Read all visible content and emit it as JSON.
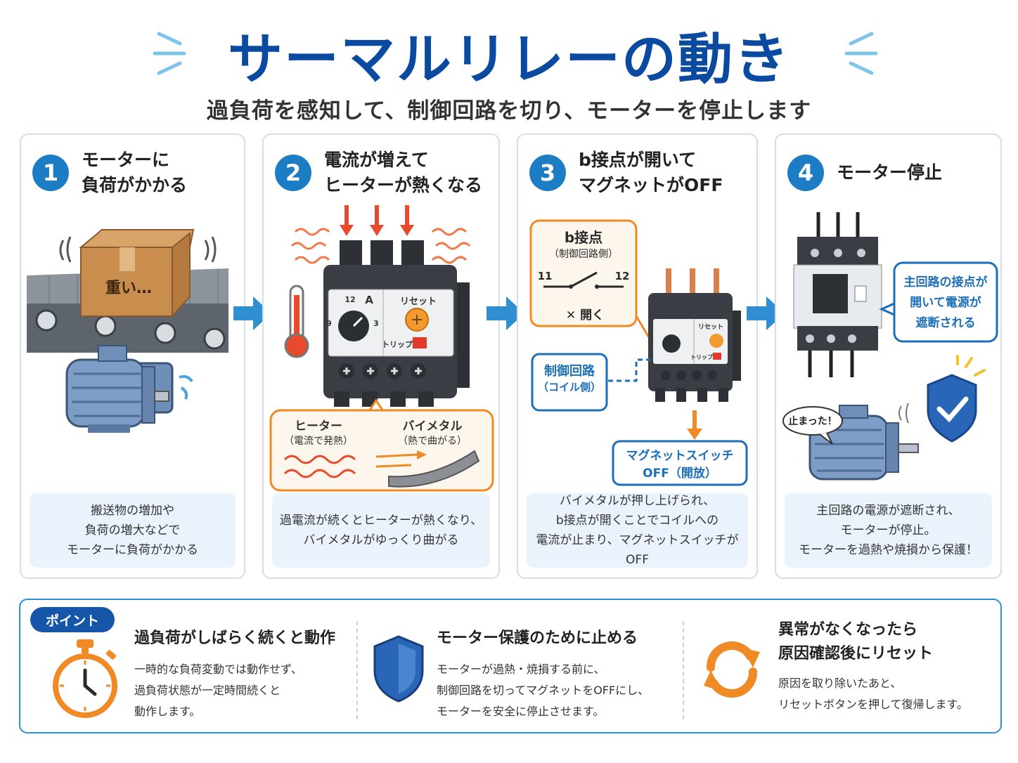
{
  "header": {
    "title": "サーマルリレーの動き",
    "subtitle": "過負荷を感知して、制御回路を切り、モーターを停止します"
  },
  "steps": [
    {
      "num": "1",
      "title": [
        "モーターに",
        "負荷がかかる"
      ],
      "box_label": "重い…",
      "caption": [
        "搬送物の増加や",
        "負荷の増大などで",
        "モーターに負荷がかかる"
      ]
    },
    {
      "num": "2",
      "title": [
        "電流が増えて",
        "ヒーターが熱くなる"
      ],
      "dial_label": "A",
      "dial_ticks": [
        "12",
        "9",
        "3"
      ],
      "reset_label": "リセット",
      "trip_label": "トリップ",
      "heater_label": "ヒーター",
      "heater_sub": "（電流で発熱）",
      "bimetal_label": "バイメタル",
      "bimetal_sub": "（熱で曲がる）",
      "caption": [
        "過電流が続くとヒーターが熱くなり、",
        "バイメタルがゆっくり曲がる"
      ]
    },
    {
      "num": "3",
      "title": [
        "b接点が開いて",
        "マグネットがOFF"
      ],
      "contact_title": "b接点",
      "contact_sub": "（制御回路側）",
      "terminal_left": "11",
      "terminal_right": "12",
      "open_label": "✕ 開く",
      "control_label": "制御回路",
      "control_sub": "（コイル側）",
      "reset_label": "リセット",
      "trip_label": "トリップ",
      "magnet_label": "マグネットスイッチ",
      "magnet_sub": "OFF（開放）",
      "caption": [
        "バイメタルが押し上げられ、",
        "b接点が開くことでコイルへの",
        "電流が止まり、マグネットスイッチがOFF"
      ]
    },
    {
      "num": "4",
      "title": [
        "モーター停止"
      ],
      "callout": [
        "主回路の接点が",
        "開いて電源が",
        "遮断される"
      ],
      "speech": "止まった！",
      "caption": [
        "主回路の電源が遮断され、",
        "モーターが停止。",
        "モーターを過熱や焼損から保護！"
      ]
    }
  ],
  "points": {
    "badge": "ポイント",
    "items": [
      {
        "title": [
          "過負荷がしばらく続くと動作"
        ],
        "desc": [
          "一時的な負荷変動では動作せず、",
          "過負荷状態が一定時間続くと",
          "動作します。"
        ],
        "icon": "stopwatch-icon"
      },
      {
        "title": [
          "モーター保護のために止める"
        ],
        "desc": [
          "モーターが過熱・焼損する前に、",
          "制御回路を切ってマグネットをOFFにし、",
          "モーターを安全に停止させます。"
        ],
        "icon": "shield-icon"
      },
      {
        "title": [
          "異常がなくなったら",
          "原因確認後にリセット"
        ],
        "desc": [
          "原因を取り除いたあと、",
          "リセットボタンを押して復帰します。"
        ],
        "icon": "refresh-icon"
      }
    ]
  },
  "colors": {
    "title": "#0a4aa0",
    "accent": "#1c7cc4",
    "orange": "#f08a24",
    "red": "#e84a2c"
  }
}
